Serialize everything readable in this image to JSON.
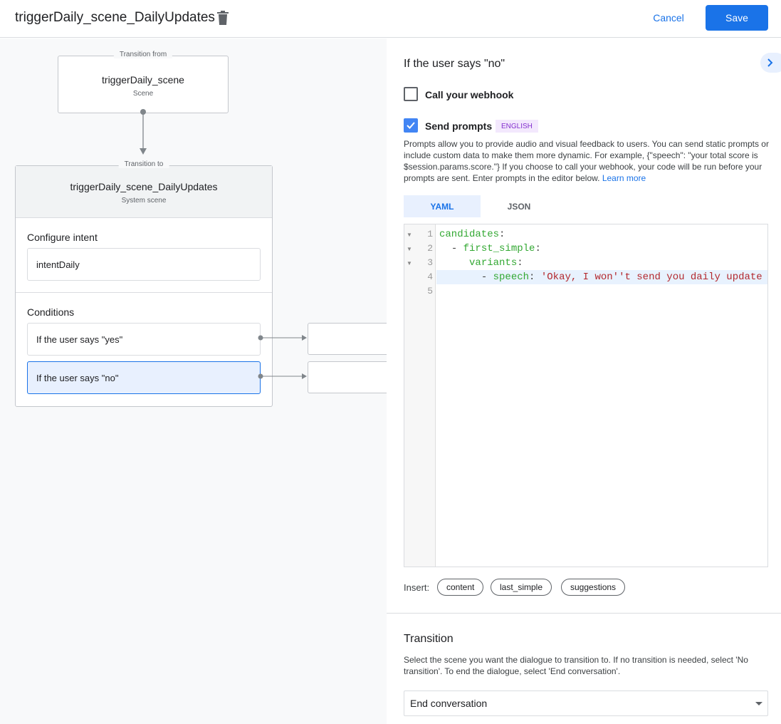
{
  "header": {
    "title": "triggerDaily_scene_DailyUpdates",
    "cancel": "Cancel",
    "save": "Save",
    "trash_icon": "trash-icon"
  },
  "canvas": {
    "from": {
      "legend": "Transition from",
      "name": "triggerDaily_scene",
      "type": "Scene"
    },
    "to": {
      "legend": "Transition to",
      "name": "triggerDaily_scene_DailyUpdates",
      "type": "System scene",
      "configure_intent_label": "Configure intent",
      "intent": "intentDaily",
      "conditions_label": "Conditions",
      "conditions": [
        {
          "label": "If the user says \"yes\"",
          "selected": false
        },
        {
          "label": "If the user says \"no\"",
          "selected": true
        }
      ]
    }
  },
  "panel": {
    "title": "If the user says \"no\"",
    "webhook": {
      "label": "Call your webhook",
      "checked": false
    },
    "prompts": {
      "label": "Send prompts",
      "checked": true,
      "badge": "ENGLISH",
      "description": "Prompts allow you to provide audio and visual feedback to users. You can send static prompts or include custom data to make them more dynamic. For example, {\"speech\": \"your total score is $session.params.score.\"} If you choose to call your webhook, your code will be run before your prompts are sent. Enter prompts in the editor below. ",
      "learn_more": "Learn more"
    },
    "tabs": [
      {
        "label": "YAML",
        "active": true
      },
      {
        "label": "JSON",
        "active": false
      }
    ],
    "editor": {
      "line_numbers": [
        "1",
        "2",
        "3",
        "4",
        "5"
      ],
      "lines": [
        {
          "indent": "",
          "dash": "",
          "key": "candidates",
          "colon": ":",
          "value": ""
        },
        {
          "indent": "  ",
          "dash": "- ",
          "key": "first_simple",
          "colon": ":",
          "value": ""
        },
        {
          "indent": "     ",
          "dash": "",
          "key": "variants",
          "colon": ":",
          "value": ""
        },
        {
          "indent": "       ",
          "dash": "- ",
          "key": "speech",
          "colon": ": ",
          "value": "'Okay, I won''t send you daily update"
        },
        {
          "indent": "",
          "dash": "",
          "key": "",
          "colon": "",
          "value": ""
        }
      ]
    },
    "insert": {
      "label": "Insert:",
      "chips": [
        "content",
        "last_simple",
        "suggestions"
      ]
    },
    "transition": {
      "title": "Transition",
      "description": "Select the scene you want the dialogue to transition to. If no transition is needed, select 'No transition'. To end the dialogue, select 'End conversation'.",
      "selected": "End conversation"
    }
  },
  "colors": {
    "accent": "#1a73e8",
    "selected_condition": "#e8f0fe",
    "badge_bg": "#f3e8fd",
    "badge_text": "#8430ce"
  }
}
